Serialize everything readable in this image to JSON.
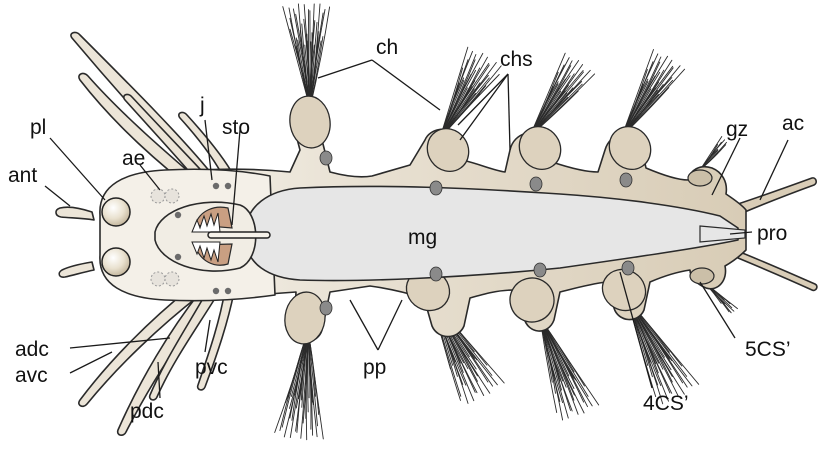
{
  "labels": {
    "ch": "ch",
    "chs": "chs",
    "pl": "pl",
    "j": "j",
    "sto": "sto",
    "gz": "gz",
    "ac": "ac",
    "ant": "ant",
    "ae": "ae",
    "mg": "mg",
    "pro": "pro",
    "adc": "adc",
    "avc": "avc",
    "pvc": "pvc",
    "pp": "pp",
    "pdc": "pdc",
    "cs5": "5CS’",
    "cs4": "4CS’"
  },
  "colors": {
    "body": "#e9e1d4",
    "body_dark": "#cbbfa8",
    "head": "#f3efe7",
    "gut": "#e6e6e6",
    "jaw": "#c99f82",
    "dot": "#8a8a8a",
    "cirrus": "#ece5d8"
  }
}
